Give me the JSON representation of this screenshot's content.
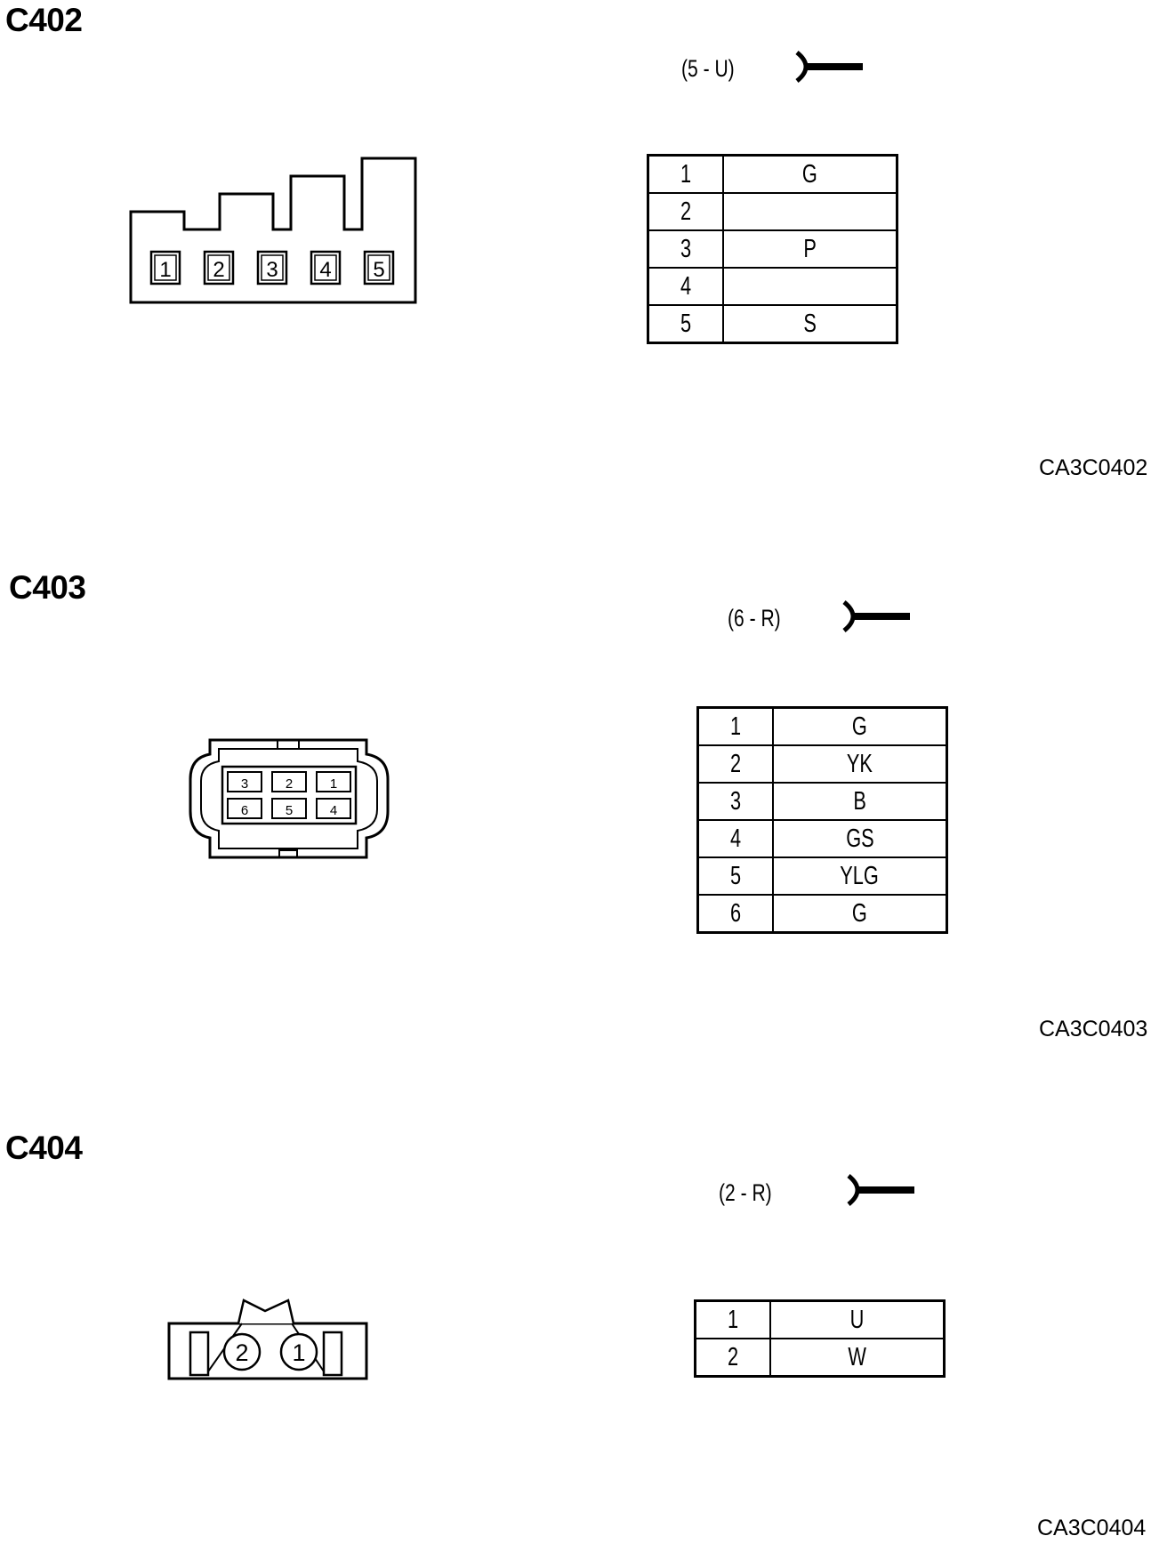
{
  "connectors": [
    {
      "id": "C402",
      "pin_count_label": "(5 - U)",
      "image_code": "CA3C0402",
      "pins": [
        {
          "pin": "1",
          "color": "G"
        },
        {
          "pin": "2",
          "color": ""
        },
        {
          "pin": "3",
          "color": "P"
        },
        {
          "pin": "4",
          "color": ""
        },
        {
          "pin": "5",
          "color": "S"
        }
      ],
      "face_labels": [
        "1",
        "2",
        "3",
        "4",
        "5"
      ]
    },
    {
      "id": "C403",
      "pin_count_label": "(6 - R)",
      "image_code": "CA3C0403",
      "pins": [
        {
          "pin": "1",
          "color": "G"
        },
        {
          "pin": "2",
          "color": "YK"
        },
        {
          "pin": "3",
          "color": "B"
        },
        {
          "pin": "4",
          "color": "GS"
        },
        {
          "pin": "5",
          "color": "YLG"
        },
        {
          "pin": "6",
          "color": "G"
        }
      ],
      "face_labels": [
        "3",
        "2",
        "1",
        "6",
        "5",
        "4"
      ]
    },
    {
      "id": "C404",
      "pin_count_label": "(2 - R)",
      "image_code": "CA3C0404",
      "pins": [
        {
          "pin": "1",
          "color": "U"
        },
        {
          "pin": "2",
          "color": "W"
        }
      ],
      "face_labels": [
        "2",
        "1"
      ]
    }
  ],
  "icons": {
    "connector_symbol": "female-terminal-icon"
  }
}
